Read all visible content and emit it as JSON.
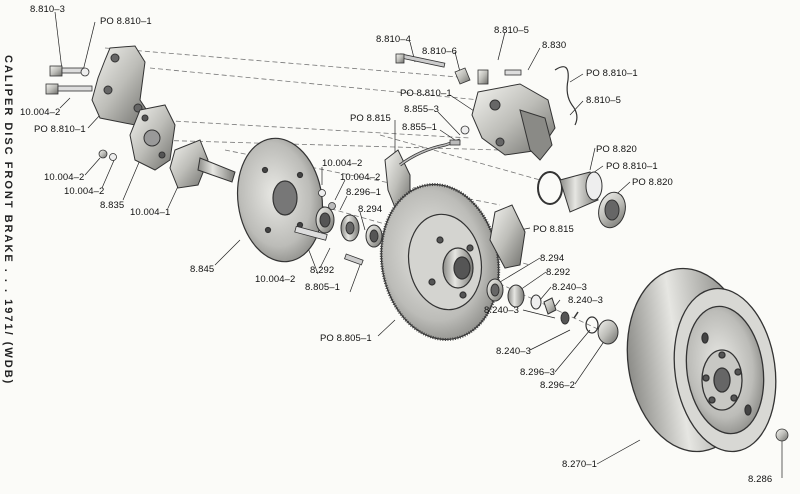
{
  "side_title": "CALIPER DISC FRONT BRAKE . . . 1971/ (WDB)",
  "labels": {
    "l1": "8.810–3",
    "l2": "PO  8.810–1",
    "l3": "10.004–2",
    "l4": "PO  8.810–1",
    "l5": "10.004–2",
    "l6": "10.004–2",
    "l7": "8.835",
    "l8": "10.004–1",
    "l9": "8.845",
    "l10": "10.004–2",
    "l11": "10.004–2",
    "l12": "PO  8.815",
    "l13": "10.004–2",
    "l14": "8.296–1",
    "l15": "8.294",
    "l16": "8.292",
    "l17": "8.805–1",
    "l18": "PO  8.805–1",
    "l19": "8.810–4",
    "l20": "8.810–6",
    "l21": "8.810–5",
    "l22": "8.830",
    "l23": "PO  8.810–1",
    "l24": "8.810–5",
    "l25": "PO  8.810–1",
    "l26": "8.855–3",
    "l27": "8.855–1",
    "l28": "PO  8.820",
    "l29": "PO  8.810–1",
    "l30": "PO  8.820",
    "l31": "PO  8.815",
    "l32": "8.294",
    "l33": "8.292",
    "l34": "8.240–3",
    "l35": "8.240–3",
    "l36": "8.240–3",
    "l37": "8.240–3",
    "l38": "8.296–3",
    "l39": "8.296–2",
    "l40": "8.270–1",
    "l41": "8.286"
  }
}
